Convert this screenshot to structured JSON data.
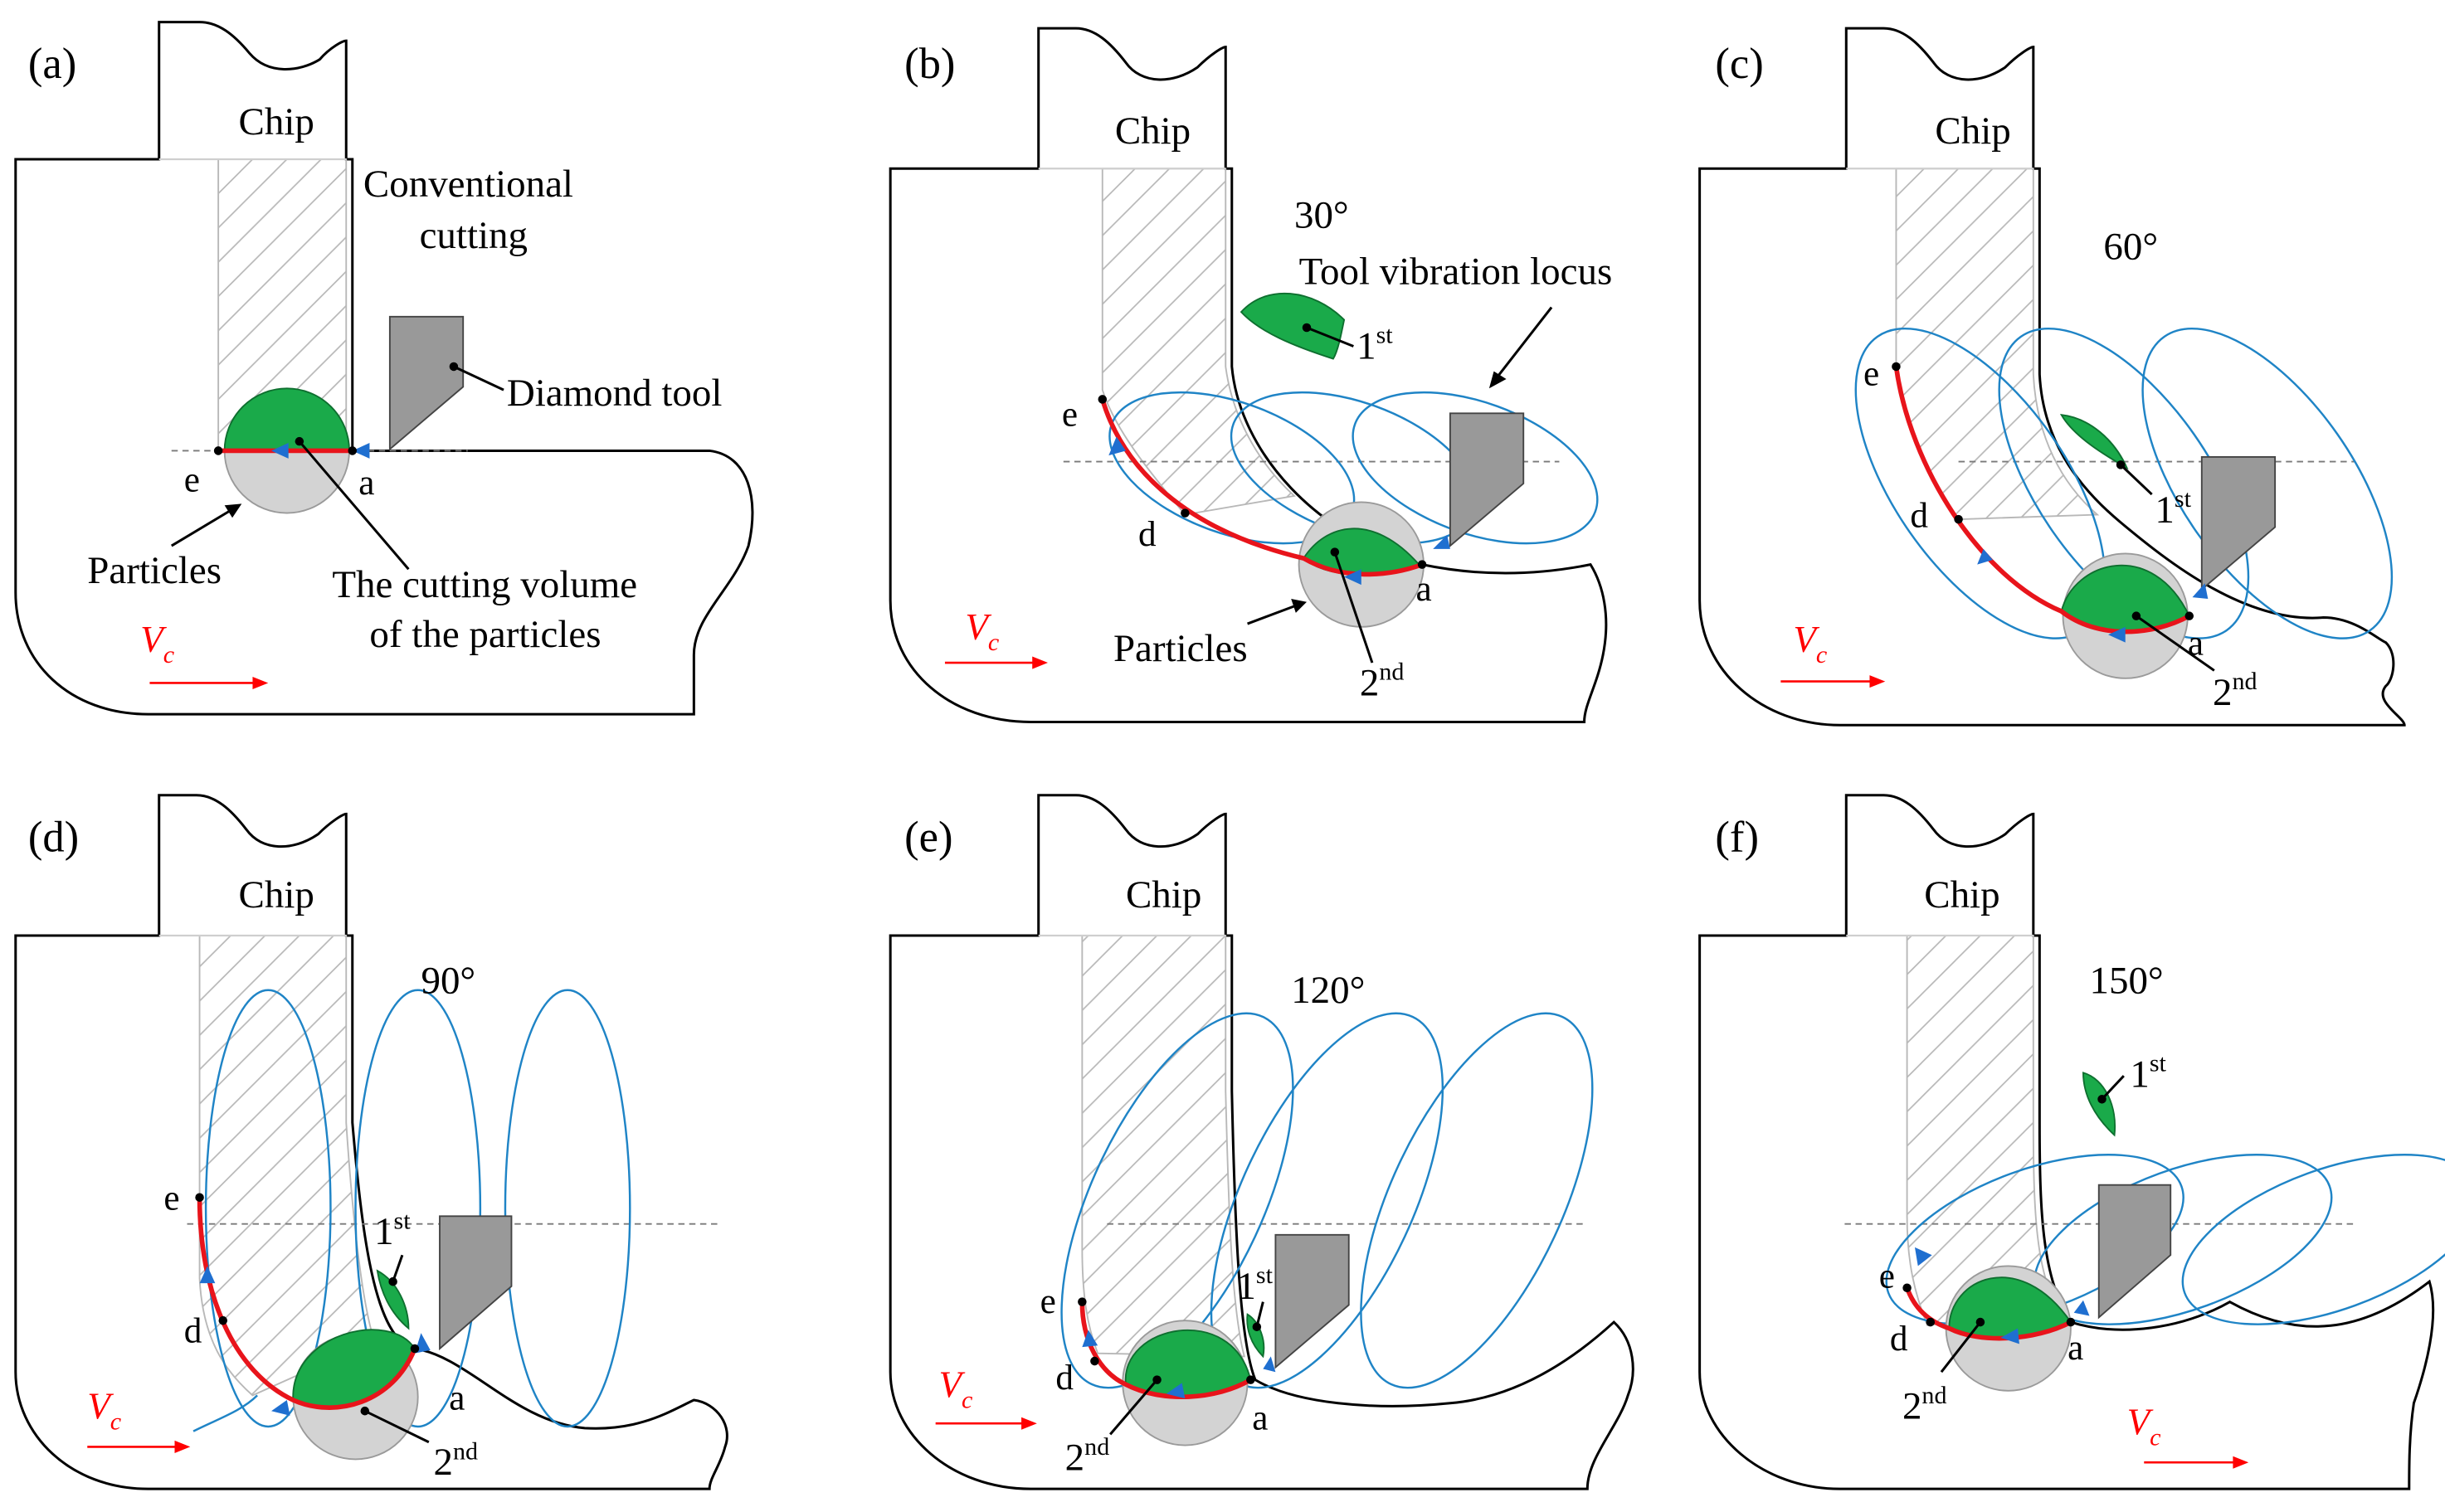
{
  "colors": {
    "chip_fill": "#ffffff",
    "outline": "#000000",
    "hatch": "#b8b8b8",
    "particle": "#d3d3d3",
    "cut_volume": "#1aaa4a",
    "tool": "#999999",
    "locus": "#1f84c6",
    "path": "#e8141b",
    "arrow_head": "#1f6fd0",
    "velocity": "#ff0000"
  },
  "icons": {
    "velocity": "right-arrow-icon",
    "flow": "triangle-arrowhead-icon"
  },
  "panels": [
    {
      "id": "a",
      "tag": "(a)",
      "chip": "Chip",
      "mode": [
        "Conventional",
        "cutting"
      ],
      "tool_label": "Diamond tool",
      "particles_label": "Particles",
      "volume_label": [
        "The cutting volume",
        "of the particles"
      ],
      "point_e": "e",
      "point_a": "a",
      "velocity": {
        "symbol": "V",
        "sub": "c"
      }
    },
    {
      "id": "b",
      "tag": "(b)",
      "chip": "Chip",
      "angle": "30°",
      "locus_label": "Tool vibration locus",
      "particles_label": "Particles",
      "first": {
        "num": "1",
        "sup": "st"
      },
      "second": {
        "num": "2",
        "sup": "nd"
      },
      "point_e": "e",
      "point_d": "d",
      "point_a": "a",
      "velocity": {
        "symbol": "V",
        "sub": "c"
      }
    },
    {
      "id": "c",
      "tag": "(c)",
      "chip": "Chip",
      "angle": "60°",
      "first": {
        "num": "1",
        "sup": "st"
      },
      "second": {
        "num": "2",
        "sup": "nd"
      },
      "point_e": "e",
      "point_d": "d",
      "point_a": "a",
      "velocity": {
        "symbol": "V",
        "sub": "c"
      }
    },
    {
      "id": "d",
      "tag": "(d)",
      "chip": "Chip",
      "angle": "90°",
      "first": {
        "num": "1",
        "sup": "st"
      },
      "second": {
        "num": "2",
        "sup": "nd"
      },
      "point_e": "e",
      "point_d": "d",
      "point_a": "a",
      "velocity": {
        "symbol": "V",
        "sub": "c"
      }
    },
    {
      "id": "e",
      "tag": "(e)",
      "chip": "Chip",
      "angle": "120°",
      "first": {
        "num": "1",
        "sup": "st"
      },
      "second": {
        "num": "2",
        "sup": "nd"
      },
      "point_e": "e",
      "point_d": "d",
      "point_a": "a",
      "velocity": {
        "symbol": "V",
        "sub": "c"
      }
    },
    {
      "id": "f",
      "tag": "(f)",
      "chip": "Chip",
      "angle": "150°",
      "first": {
        "num": "1",
        "sup": "st"
      },
      "second": {
        "num": "2",
        "sup": "nd"
      },
      "point_e": "e",
      "point_d": "d",
      "point_a": "a",
      "velocity": {
        "symbol": "V",
        "sub": "c"
      }
    }
  ]
}
